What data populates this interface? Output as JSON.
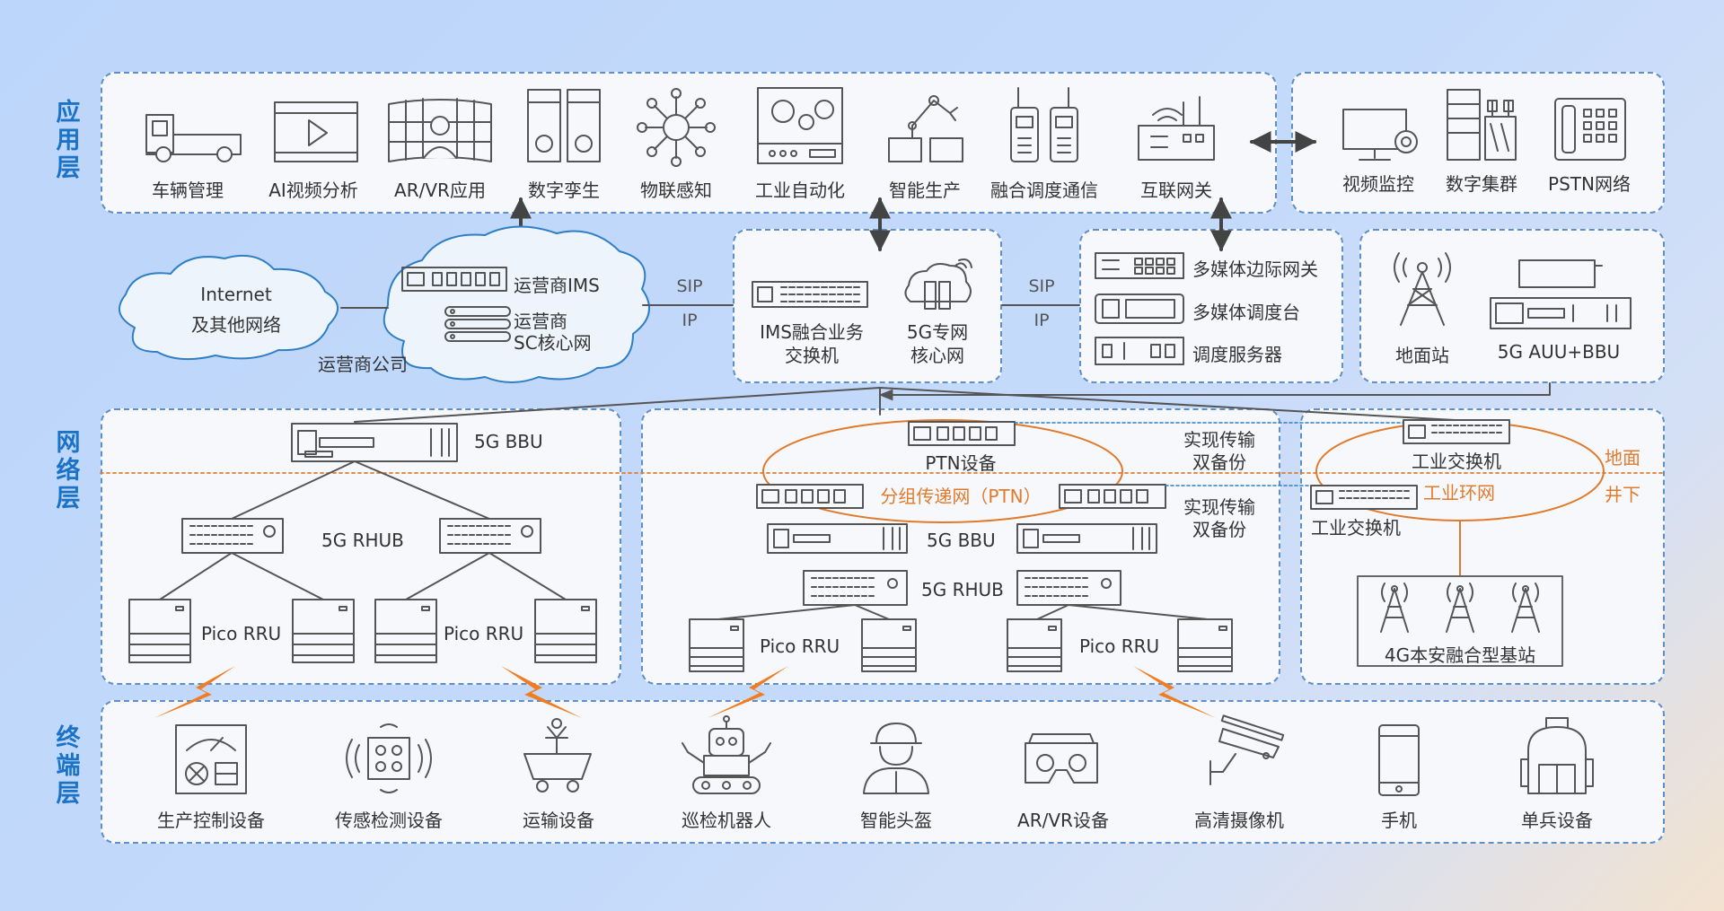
{
  "layers": {
    "application": "应用层",
    "network": "网络层",
    "terminal": "终端层"
  },
  "apps": [
    {
      "label": "车辆管理",
      "icon": "truck-icon"
    },
    {
      "label": "AI视频分析",
      "icon": "video-play-icon"
    },
    {
      "label": "AR/VR应用",
      "icon": "vr-screen-icon"
    },
    {
      "label": "数字孪生",
      "icon": "digital-twin-icon"
    },
    {
      "label": "物联感知",
      "icon": "iot-hub-icon"
    },
    {
      "label": "工业自动化",
      "icon": "gears-panel-icon"
    },
    {
      "label": "智能生产",
      "icon": "robot-arm-icon"
    },
    {
      "label": "融合调度通信",
      "icon": "walkie-talkie-icon"
    },
    {
      "label": "互联网关",
      "icon": "router-icon"
    }
  ],
  "external": [
    {
      "label": "视频监控",
      "icon": "monitor-camera-icon"
    },
    {
      "label": "数字集群",
      "icon": "cluster-radio-icon"
    },
    {
      "label": "PSTN网络",
      "icon": "desk-phone-icon"
    }
  ],
  "core": {
    "internet_line1": "Internet",
    "internet_line2": "及其他网络",
    "carrier_ims": "运营商IMS",
    "carrier_sc_line1": "运营商",
    "carrier_sc_line2": "SC核心网",
    "carrier_company": "运营商公司",
    "sip": "SIP",
    "ip": "IP",
    "ims_line1": "IMS融合业务",
    "ims_line2": "交换机",
    "private_core_line1": "5G专网",
    "private_core_line2": "核心网",
    "multimedia_gateway": "多媒体边际网关",
    "dispatch_console": "多媒体调度台",
    "dispatch_server": "调度服务器",
    "ground_station": "地面站",
    "auu_bbu": "5G AUU+BBU"
  },
  "network": {
    "bbu": "5G BBU",
    "rhub": "5G RHUB",
    "pico": "Pico RRU",
    "ptn_device": "PTN设备",
    "ptn_ring": "分组传递网（PTN）",
    "backup_line1": "实现传输",
    "backup_line2": "双备份",
    "industrial_switch": "工业交换机",
    "industrial_ring": "工业环网",
    "ground": "地面",
    "underground": "井下",
    "base_station_4g": "4G本安融合型基站"
  },
  "terminals": [
    {
      "label": "生产控制设备",
      "icon": "control-panel-icon"
    },
    {
      "label": "传感检测设备",
      "icon": "sensor-icon"
    },
    {
      "label": "运输设备",
      "icon": "mine-cart-icon"
    },
    {
      "label": "巡检机器人",
      "icon": "inspection-robot-icon"
    },
    {
      "label": "智能头盔",
      "icon": "helmet-worker-icon"
    },
    {
      "label": "AR/VR设备",
      "icon": "vr-goggles-icon"
    },
    {
      "label": "高清摄像机",
      "icon": "cctv-camera-icon"
    },
    {
      "label": "手机",
      "icon": "phone-icon"
    },
    {
      "label": "单兵设备",
      "icon": "backpack-icon"
    }
  ],
  "colors": {
    "accent": "#1a73c7",
    "orange": "#e07a2c",
    "panel_border": "#5f8fc9",
    "line": "#555555"
  }
}
